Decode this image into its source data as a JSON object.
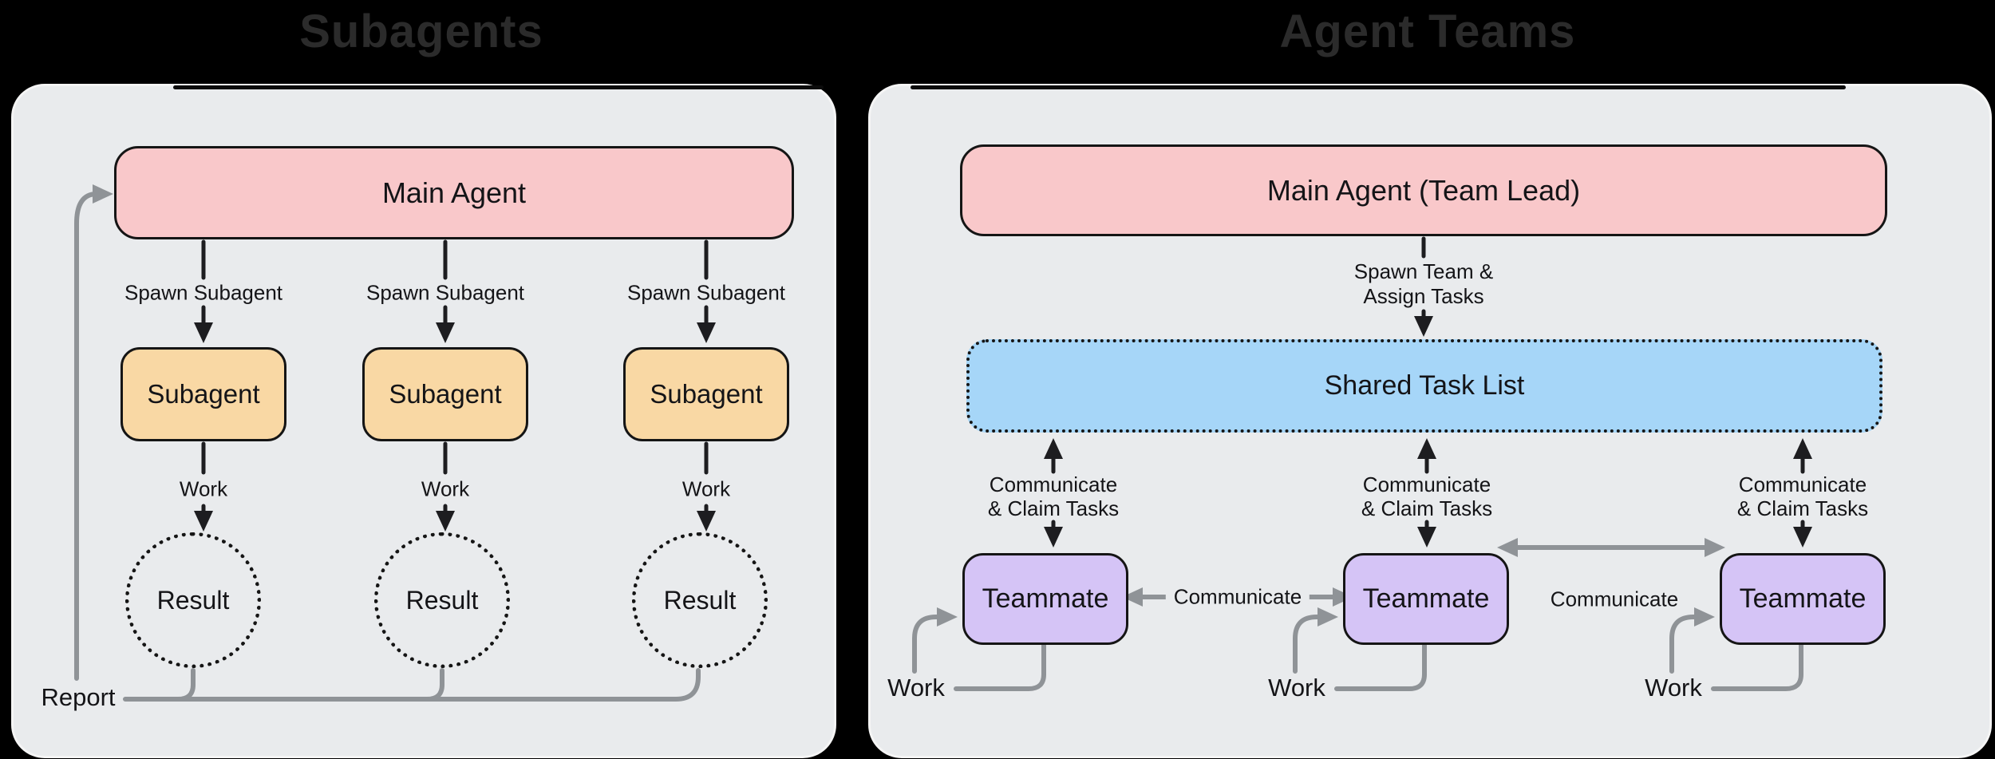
{
  "colors": {
    "bg": "#000000",
    "panel": "#e9ebed",
    "panel-border": "#f5f5f5",
    "pink": "#f9c8ca",
    "orange": "#f9d8a4",
    "blue": "#a6d6f8",
    "purple": "#d5c4f6",
    "node-border": "#151515",
    "ink": "#1d1d20",
    "gray": "#8f9397",
    "text": "#141417",
    "title": "#2b2b2b"
  },
  "left": {
    "title": "Subagents",
    "main_agent": "Main Agent",
    "spawn_labels": [
      "Spawn Subagent",
      "Spawn Subagent",
      "Spawn Subagent"
    ],
    "subagents": [
      "Subagent",
      "Subagent",
      "Subagent"
    ],
    "work_labels": [
      "Work",
      "Work",
      "Work"
    ],
    "results": [
      "Result",
      "Result",
      "Result"
    ],
    "report": "Report"
  },
  "right": {
    "title": "Agent Teams",
    "main_agent": "Main Agent (Team Lead)",
    "spawn_line1": "Spawn Team &",
    "spawn_line2": "Assign Tasks",
    "shared_task_list": "Shared Task List",
    "claim_line1": [
      "Communicate",
      "Communicate",
      "Communicate"
    ],
    "claim_line2": [
      "& Claim Tasks",
      "& Claim Tasks",
      "& Claim Tasks"
    ],
    "teammates": [
      "Teammate",
      "Teammate",
      "Teammate"
    ],
    "communicate": [
      "Communicate",
      "Communicate"
    ],
    "work_labels": [
      "Work",
      "Work",
      "Work"
    ]
  }
}
